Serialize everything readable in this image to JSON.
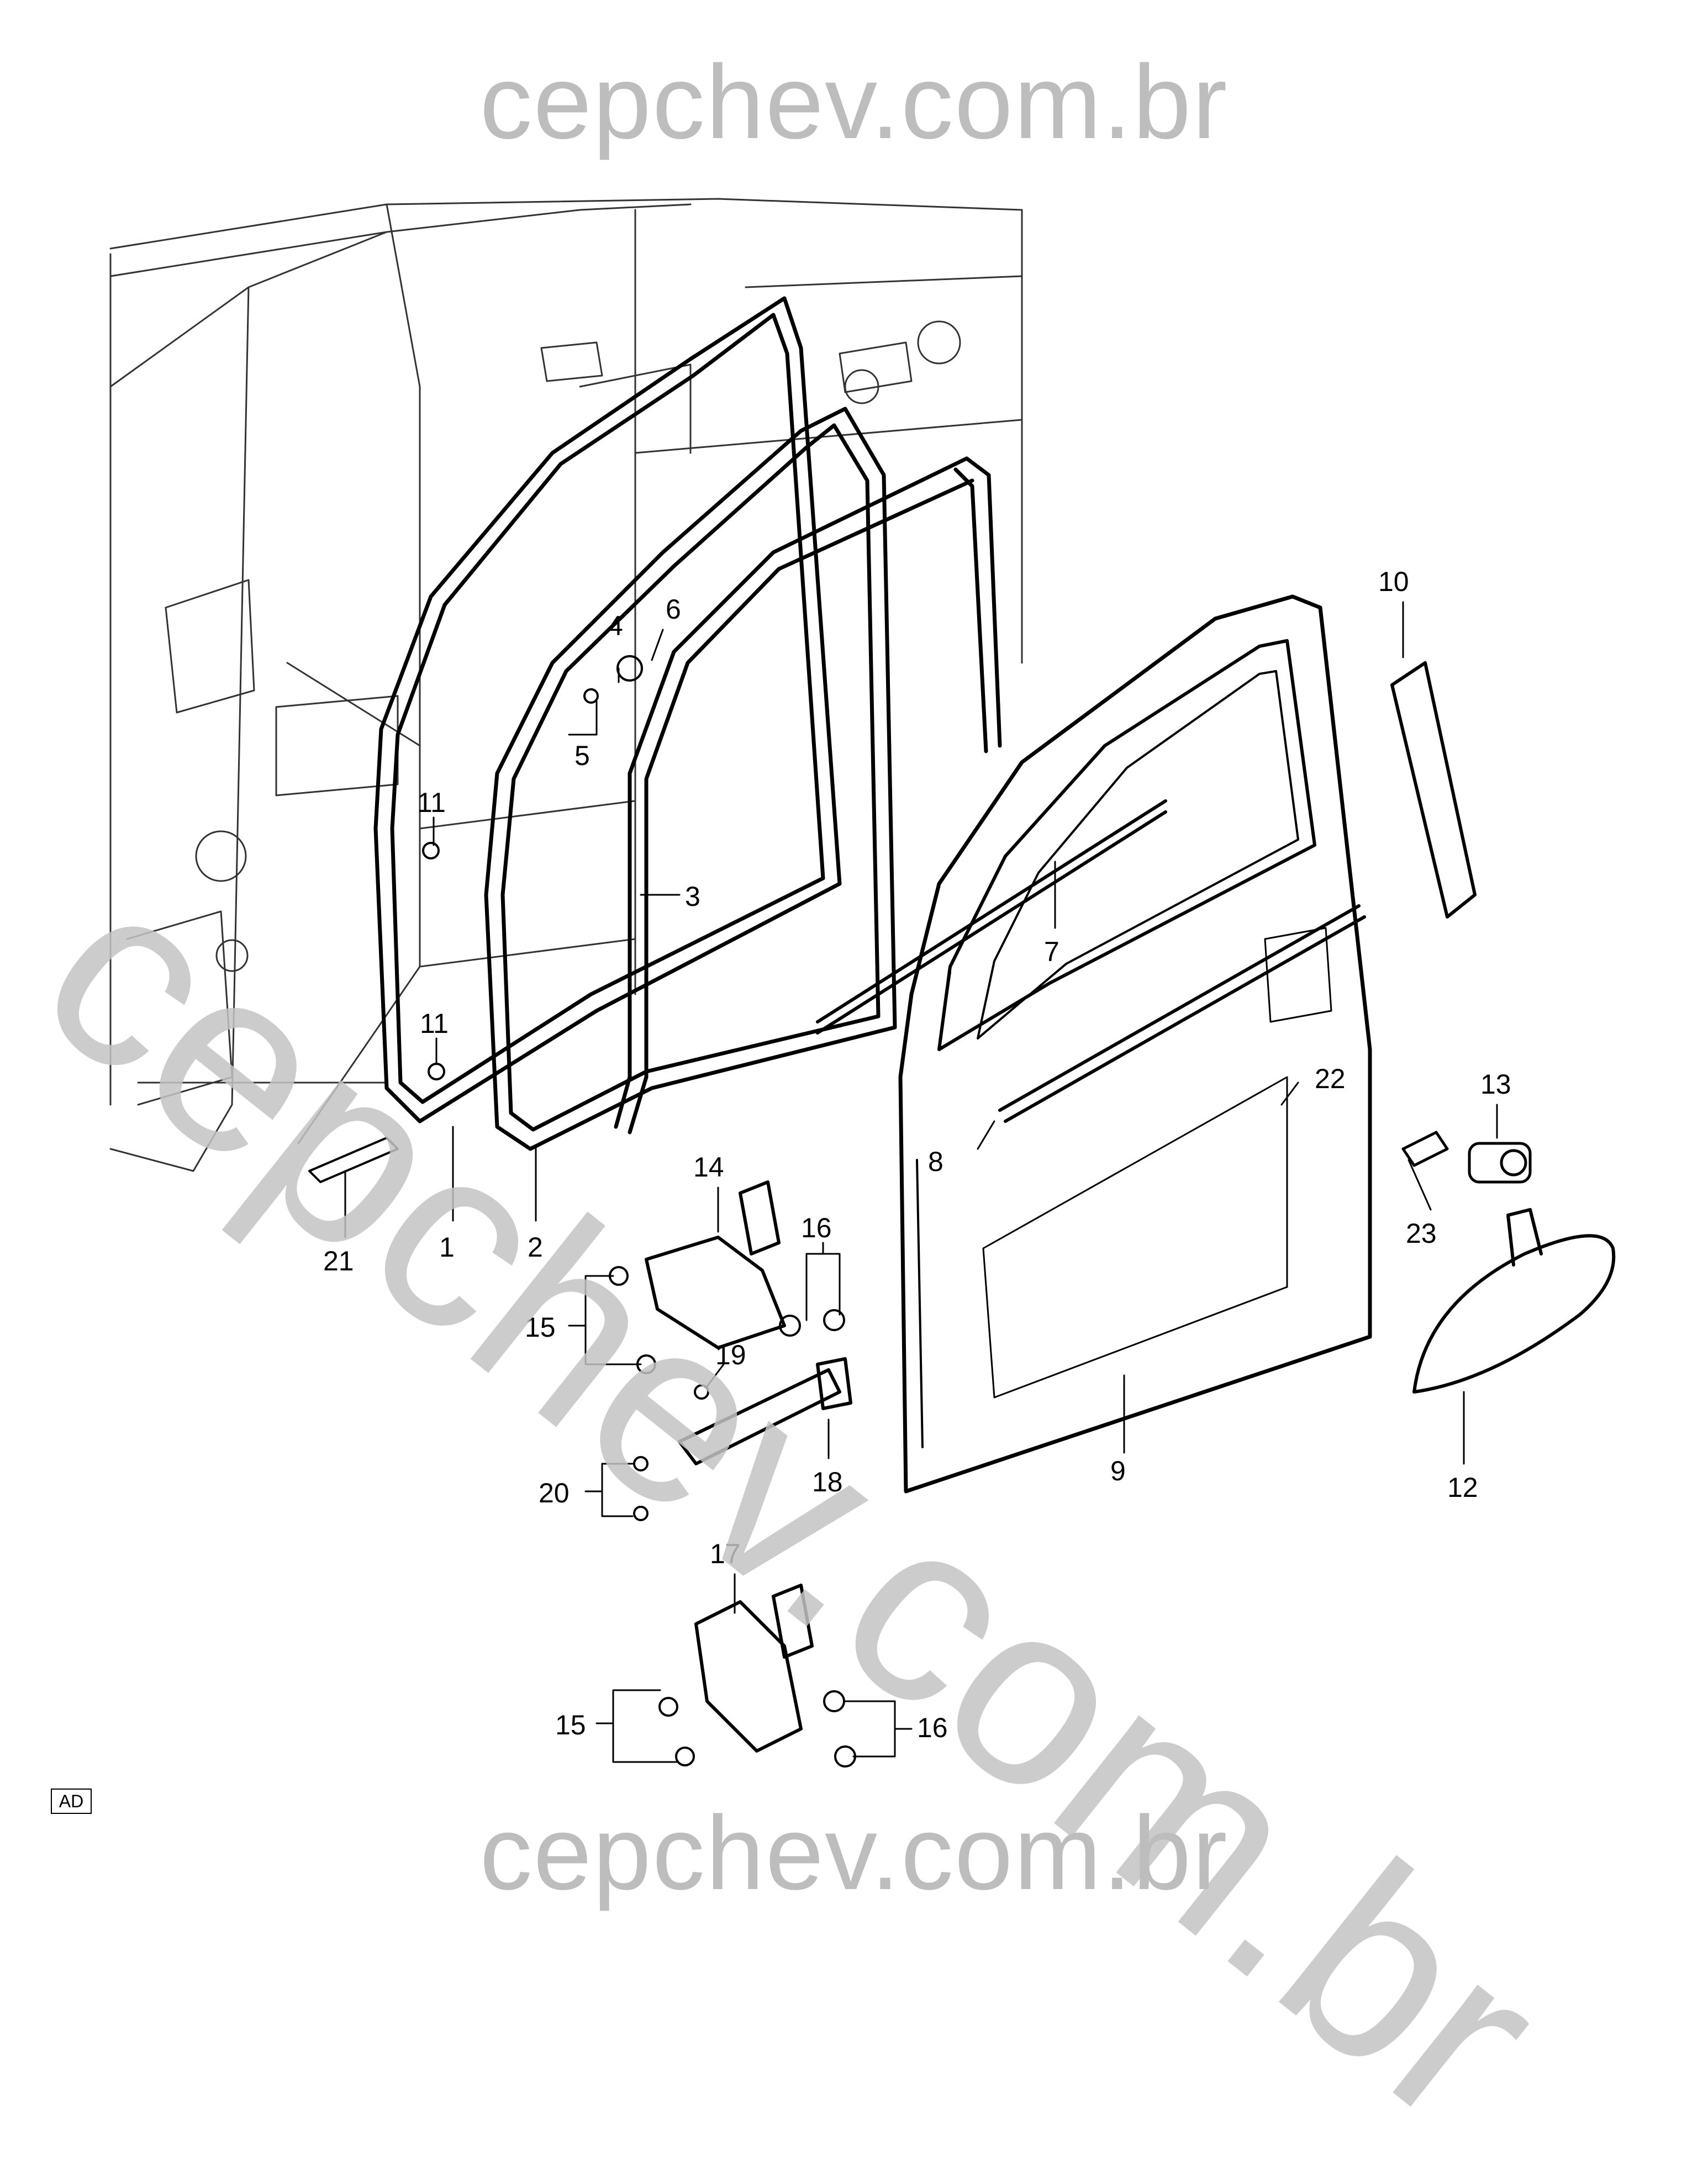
{
  "watermark": {
    "top": "cepchev.com.br",
    "bottom": "cepchev.com.br",
    "diagonal": "cepchev.com.br"
  },
  "badge": "AD",
  "callouts": {
    "c1": "1",
    "c2": "2",
    "c3": "3",
    "c4": "4",
    "c5": "5",
    "c6": "6",
    "c7": "7",
    "c8": "8",
    "c9": "9",
    "c10": "10",
    "c11a": "11",
    "c11b": "11",
    "c12": "12",
    "c13": "13",
    "c14": "14",
    "c15a": "15",
    "c15b": "15",
    "c16a": "16",
    "c16b": "16",
    "c17": "17",
    "c18": "18",
    "c19": "19",
    "c20": "20",
    "c21": "21",
    "c22": "22",
    "c23": "23"
  }
}
